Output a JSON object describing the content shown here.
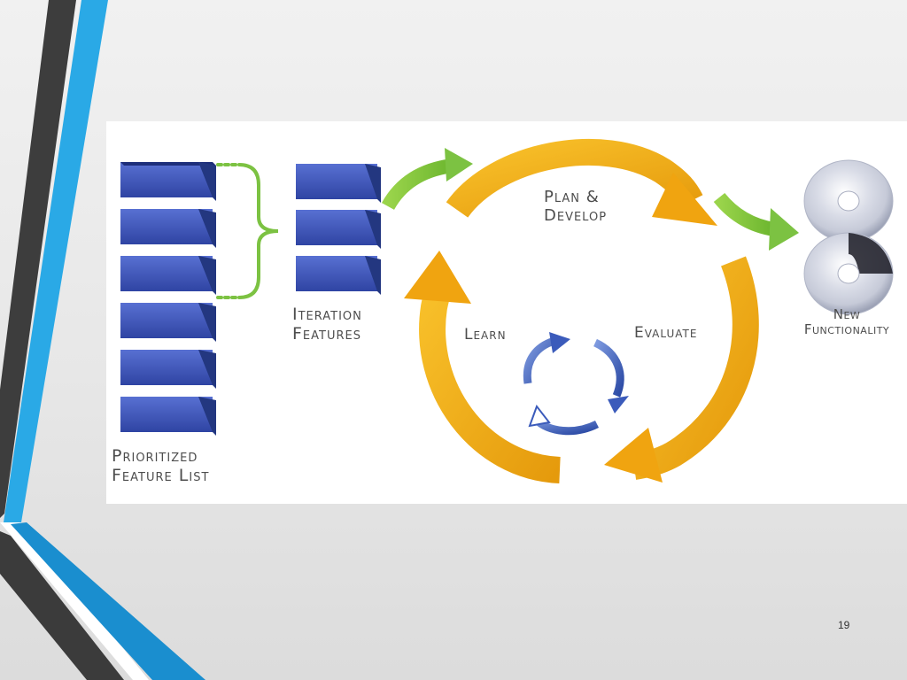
{
  "slide": {
    "page_number": "19"
  },
  "diagram": {
    "prioritized_feature_list": "Prioritized Feature List",
    "iteration_features": "Iteration Features",
    "plan_develop": "Plan & Develop",
    "learn": "Learn",
    "evaluate": "Evaluate",
    "new_functionality": "New Functionality"
  },
  "colors": {
    "accent_blue": "#2aa9e6",
    "dark_stripe": "#3d3d3d",
    "block_blue": "#3b53b8",
    "arrow_green": "#7cc242",
    "cycle_orange": "#f2a915"
  }
}
